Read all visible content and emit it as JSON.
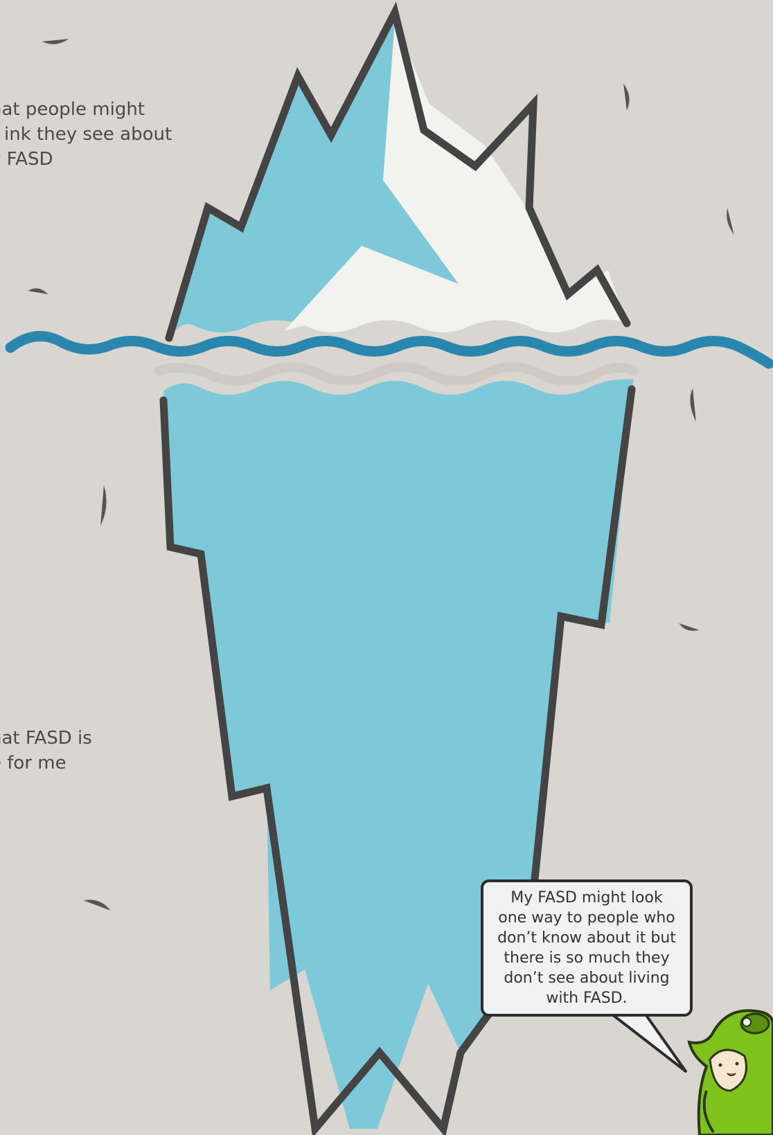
{
  "labels": {
    "above_water": [
      "hat people might",
      "ink they see about",
      "y FASD"
    ],
    "below_water": [
      "hat FASD is",
      "e for me"
    ]
  },
  "speech_bubble": {
    "lines": [
      "My FASD might look",
      "one way to people who",
      "don’t know about it but",
      "there is so much they",
      "don’t see about living",
      "with FASD."
    ]
  },
  "colors": {
    "background": "#d9d5d0",
    "ice_blue": "#7dc8d9",
    "ice_white": "#f2f2ef",
    "outline": "#444444",
    "water_line": "#2a86ad",
    "character_green": "#7ec21e"
  },
  "icons": {
    "character": "green-dinosaur-costume-character-icon",
    "iceberg": "iceberg-icon",
    "water": "water-wave-line-icon"
  }
}
